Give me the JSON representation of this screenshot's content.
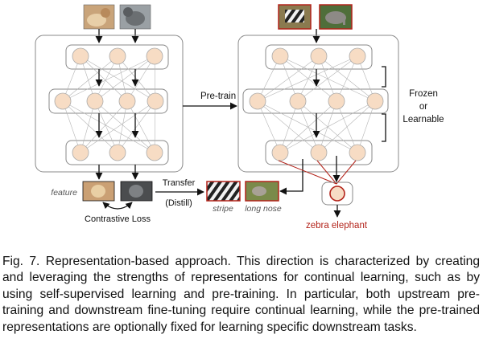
{
  "figure": {
    "pretrain_label": "Pre-train",
    "frozen_label_lines": [
      "Frozen",
      "or",
      "Learnable"
    ],
    "transfer_label": "Transfer",
    "distill_label": "(Distill)",
    "feature_label": "feature",
    "contrastive_loss_label": "Contrastive Loss",
    "stripe_label": "stripe",
    "long_nose_label": "long nose",
    "output_label": "zebra elephant",
    "colors": {
      "node_fill": "#f7dcc4",
      "node_stroke": "#aaaaaa",
      "box_stroke": "#888888",
      "output_stroke": "#b3231a",
      "output_text": "#b3231a",
      "photo_frame": "#b3231a"
    }
  },
  "caption": {
    "text": "Fig. 7. Representation-based approach. This direction is characterized by creating and leveraging the strengths of representations for continual learning, such as by using self-supervised learning and pre-training. In particular, both upstream pre-training and downstream fine-tuning require continual learning, while the pre-trained representations are optionally fixed for learning specific downstream tasks."
  }
}
